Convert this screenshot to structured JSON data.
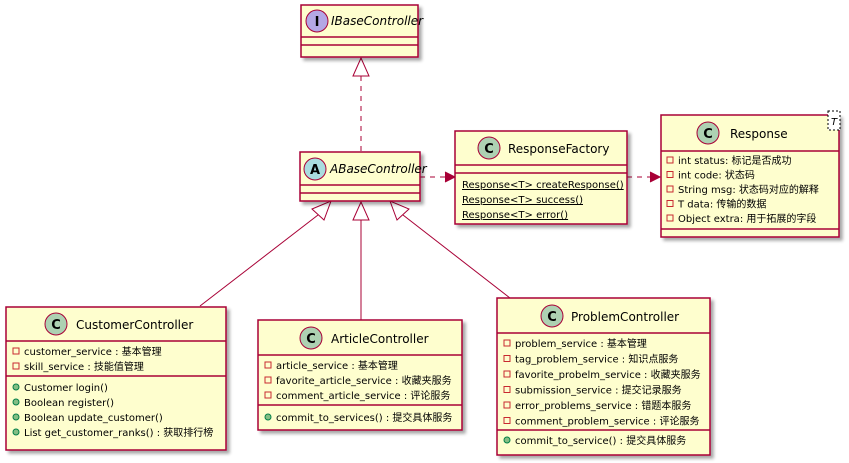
{
  "diagram": {
    "classes": {
      "ibase": {
        "name": "IBaseController",
        "spot": "I",
        "spot_color": "#B4A7E5",
        "kind": "interface"
      },
      "abase": {
        "name": "ABaseController",
        "spot": "A",
        "spot_color": "#A9DCDF",
        "kind": "abstract"
      },
      "factory": {
        "name": "ResponseFactory",
        "spot": "C",
        "spot_color": "#ADD1B2",
        "methods": [
          "Response<T> createResponse()",
          "Response<T> success()",
          "Response<T> error()"
        ]
      },
      "response": {
        "name": "Response",
        "spot": "C",
        "spot_color": "#ADD1B2",
        "generic": "T",
        "fields": [
          {
            "vis": "-",
            "code": "int status",
            "comment": ": 标记是否成功"
          },
          {
            "vis": "-",
            "code": "int code",
            "comment": ": 状态码"
          },
          {
            "vis": "-",
            "code": "String msg",
            "comment": ": 状态码对应的解释"
          },
          {
            "vis": "-",
            "code": "T data",
            "comment": ": 传输的数据"
          },
          {
            "vis": "-",
            "code": "Object extra",
            "comment": ": 用于拓展的字段"
          }
        ]
      },
      "customer": {
        "name": "CustomerController",
        "spot": "C",
        "spot_color": "#ADD1B2",
        "fields": [
          {
            "vis": "-",
            "code": "customer_service",
            "comment": " : 基本管理"
          },
          {
            "vis": "-",
            "code": "skill_service",
            "comment": " : 技能值管理"
          }
        ],
        "methods": [
          {
            "vis": "+",
            "code": "Customer login()",
            "comment": ""
          },
          {
            "vis": "+",
            "code": "Boolean register()",
            "comment": ""
          },
          {
            "vis": "+",
            "code": "Boolean update_customer()",
            "comment": ""
          },
          {
            "vis": "+",
            "code": "List get_customer_ranks()",
            "comment": " : 获取排行榜"
          }
        ]
      },
      "article": {
        "name": "ArticleController",
        "spot": "C",
        "spot_color": "#ADD1B2",
        "fields": [
          {
            "vis": "-",
            "code": "article_service",
            "comment": " : 基本管理"
          },
          {
            "vis": "-",
            "code": "favorite_article_service",
            "comment": " : 收藏夹服务"
          },
          {
            "vis": "-",
            "code": "comment_article_service",
            "comment": " : 评论服务"
          }
        ],
        "methods": [
          {
            "vis": "+",
            "code": "commit_to_services()",
            "comment": " : 提交具体服务"
          }
        ]
      },
      "problem": {
        "name": "ProblemController",
        "spot": "C",
        "spot_color": "#ADD1B2",
        "fields": [
          {
            "vis": "-",
            "code": "problem_service",
            "comment": " : 基本管理"
          },
          {
            "vis": "-",
            "code": "tag_problem_service",
            "comment": " : 知识点服务"
          },
          {
            "vis": "-",
            "code": "favorite_probelm_service",
            "comment": " : 收藏夹服务"
          },
          {
            "vis": "-",
            "code": "submission_service",
            "comment": " : 提交记录服务"
          },
          {
            "vis": "-",
            "code": "error_problems_service",
            "comment": " : 错题本服务"
          },
          {
            "vis": "-",
            "code": "comment_problem_service",
            "comment": " : 评论服务"
          }
        ],
        "methods": [
          {
            "vis": "+",
            "code": "commit_to_service()",
            "comment": " : 提交具体服务"
          }
        ]
      }
    },
    "colors": {
      "box_fill": "#FEFECE",
      "box_border": "#A80036",
      "arrow": "#A80036",
      "private_marker": "#C82930",
      "public_marker": "#84BE84"
    }
  }
}
